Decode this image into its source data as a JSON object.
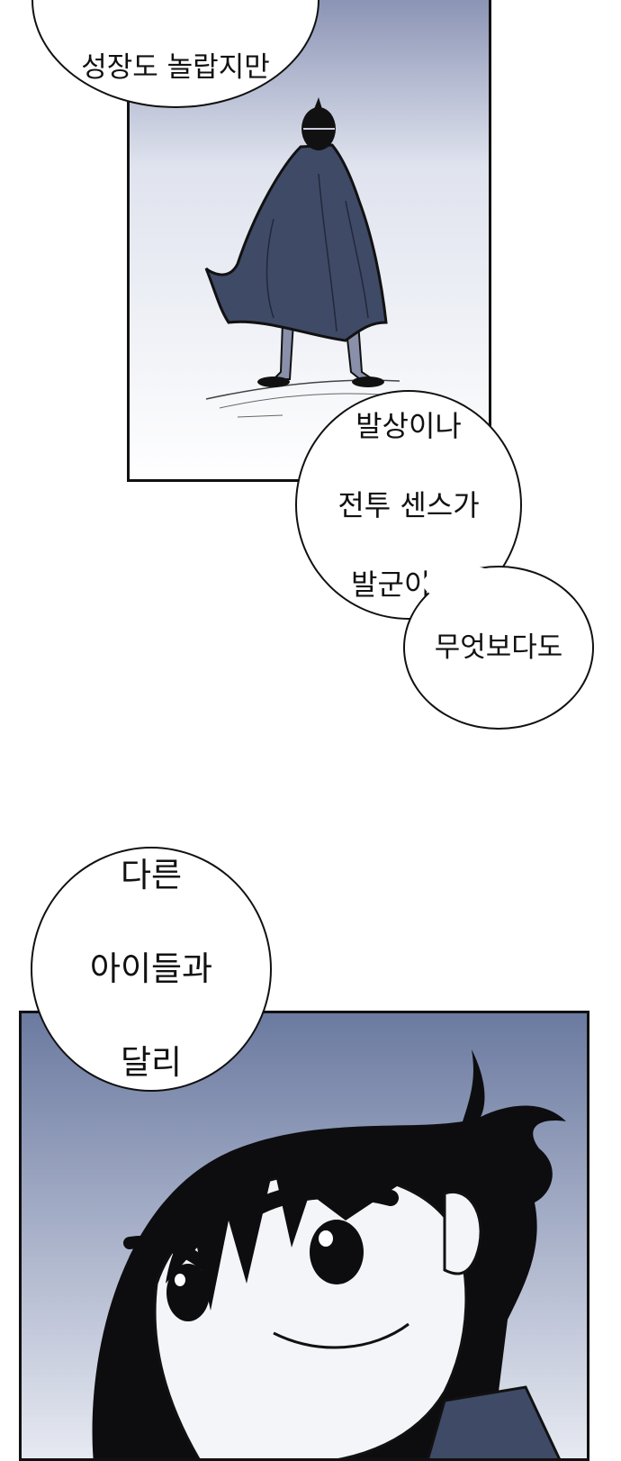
{
  "bubbles": {
    "top": {
      "text": "성장도 놀랍지만"
    },
    "middle": {
      "line1": "발상이나",
      "line2": "전투 센스가",
      "line3": "발군이지."
    },
    "small": {
      "text": "무엇보다도"
    },
    "bottom": {
      "line1": "다른",
      "line2": "아이들과",
      "line3": "달리"
    }
  },
  "colors": {
    "ink": "#111111",
    "cloak": "#3f4a67",
    "panel_sky_top": "#6b7aa0",
    "panel_fade": "#ffffff"
  }
}
